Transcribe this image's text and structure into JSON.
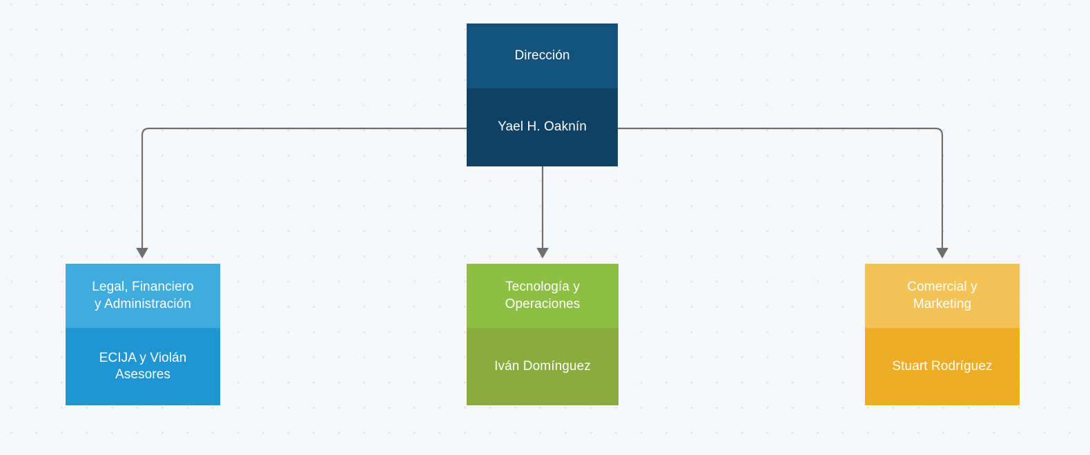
{
  "canvas": {
    "background_color": "#f7f8fa",
    "dot_color": "#e2e4e8",
    "edge_color": "#6e6e6e"
  },
  "chart_data": {
    "type": "diagram",
    "subtype": "org-chart",
    "title": "",
    "orientation": "top-down",
    "nodes": [
      {
        "id": "root",
        "title": "Dirección",
        "subtitle": "Yael H. Oaknín",
        "level": 0,
        "title_color": "#14527e",
        "subtitle_color": "#0f4165",
        "text_color": "#ffffff"
      },
      {
        "id": "legal",
        "title": "Legal, Financiero y Administración",
        "subtitle": "ECIJA y Violán Asesores",
        "level": 1,
        "title_color": "#3fabdf",
        "subtitle_color": "#1f96d2",
        "text_color": "#ffffff"
      },
      {
        "id": "tech",
        "title": "Tecnología y Operaciones",
        "subtitle": "Iván Domínguez",
        "level": 1,
        "title_color": "#8cbf42",
        "subtitle_color": "#8aab3e",
        "text_color": "#ffffff"
      },
      {
        "id": "sales",
        "title": "Comercial y Marketing",
        "subtitle": "Stuart Rodríguez",
        "level": 1,
        "title_color": "#f3c357",
        "subtitle_color": "#efac26",
        "text_color": "#ffffff"
      }
    ],
    "edges": [
      {
        "from": "root",
        "to": "legal",
        "style": "orthogonal-rounded",
        "arrow": "end"
      },
      {
        "from": "root",
        "to": "tech",
        "style": "straight",
        "arrow": "end"
      },
      {
        "from": "root",
        "to": "sales",
        "style": "orthogonal-rounded",
        "arrow": "end"
      }
    ]
  },
  "nodes": {
    "root": {
      "title": "Dirección",
      "subtitle": "Yael H. Oaknín"
    },
    "legal": {
      "title_line1": "Legal, Financiero",
      "title_line2": "y Administración",
      "subtitle_line1": "ECIJA y Violán",
      "subtitle_line2": "Asesores"
    },
    "tech": {
      "title_line1": "Tecnología y",
      "title_line2": "Operaciones",
      "subtitle": "Iván Domínguez"
    },
    "sales": {
      "title_line1": "Comercial y",
      "title_line2": "Marketing",
      "subtitle": "Stuart Rodríguez"
    }
  }
}
